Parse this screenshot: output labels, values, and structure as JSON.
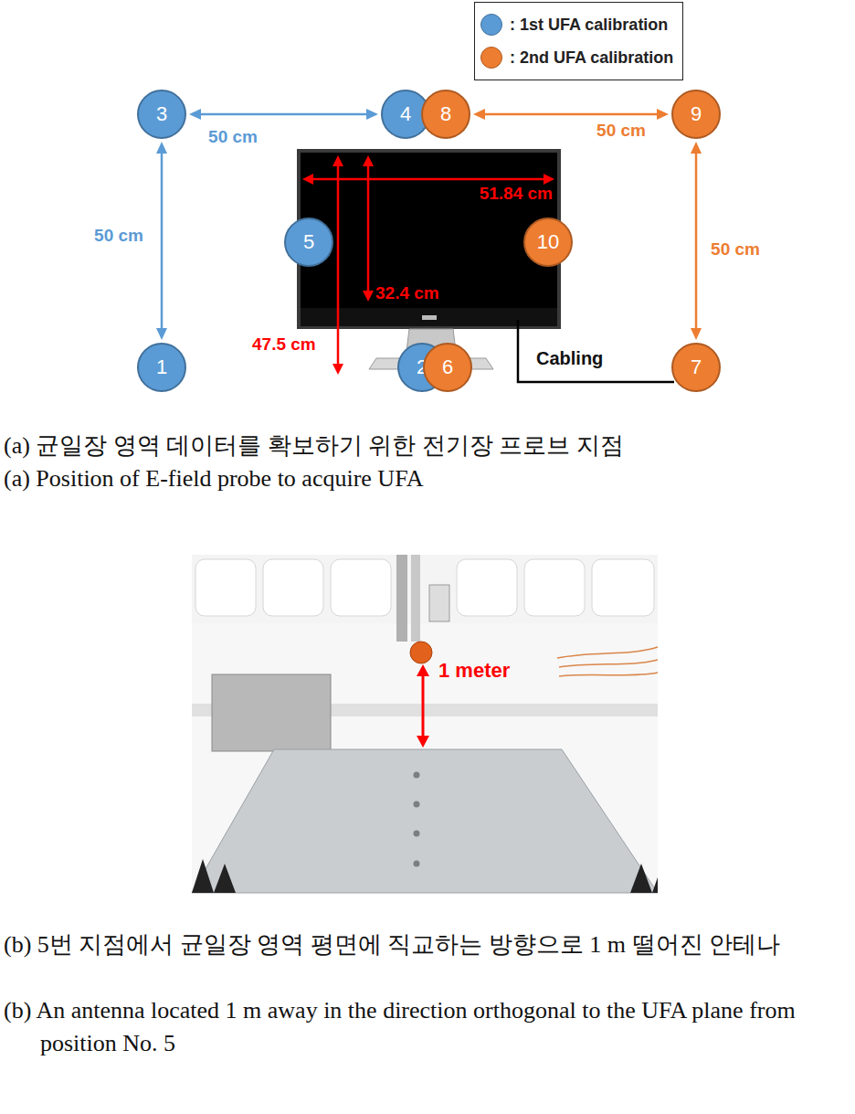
{
  "diagram": {
    "nodes": [
      {
        "text": [
          "3"
        ]
      },
      {
        "text": [
          "4"
        ]
      },
      {
        "text": [
          "8"
        ]
      },
      {
        "text": [
          "9"
        ]
      },
      {
        "text": [
          "5"
        ]
      },
      {
        "text": [
          "10"
        ]
      },
      {
        "text": [
          "1"
        ]
      },
      {
        "text": [
          "2"
        ]
      },
      {
        "text": [
          "6"
        ]
      },
      {
        "text": [
          "7"
        ]
      }
    ],
    "edges": [
      {
        "from": 0,
        "to": 1,
        "label": "50 cm",
        "arrow": "both"
      },
      {
        "from": 0,
        "to": 6,
        "label": "50 cm",
        "arrow": "both"
      },
      {
        "from": 2,
        "to": 3,
        "label": "50 cm",
        "arrow": "both"
      },
      {
        "from": 3,
        "to": 9,
        "label": "50 cm",
        "arrow": "both"
      }
    ],
    "labels": [
      "51.84 cm",
      "32.4 cm",
      "47.5 cm",
      "Cabling",
      "(a) 균일장 영역 데이터를 확보하기 위한 전기장 프로브 지점",
      "(a) Position of E-field probe to acquire UFA",
      "1 meter",
      "(b) 5번 지점에서 균일장 영역 평면에 직교하는 방향으로 1 m 떨어진 안테나",
      "(b) An antenna located 1 m away in the direction orthogonal to the UFA plane from position No. 5"
    ],
    "legend": [
      {
        "text": ": 1st UFA calibration",
        "color": "#5b9bd5"
      },
      {
        "text": ": 2nd UFA calibration",
        "color": "#ed7d31"
      }
    ]
  }
}
